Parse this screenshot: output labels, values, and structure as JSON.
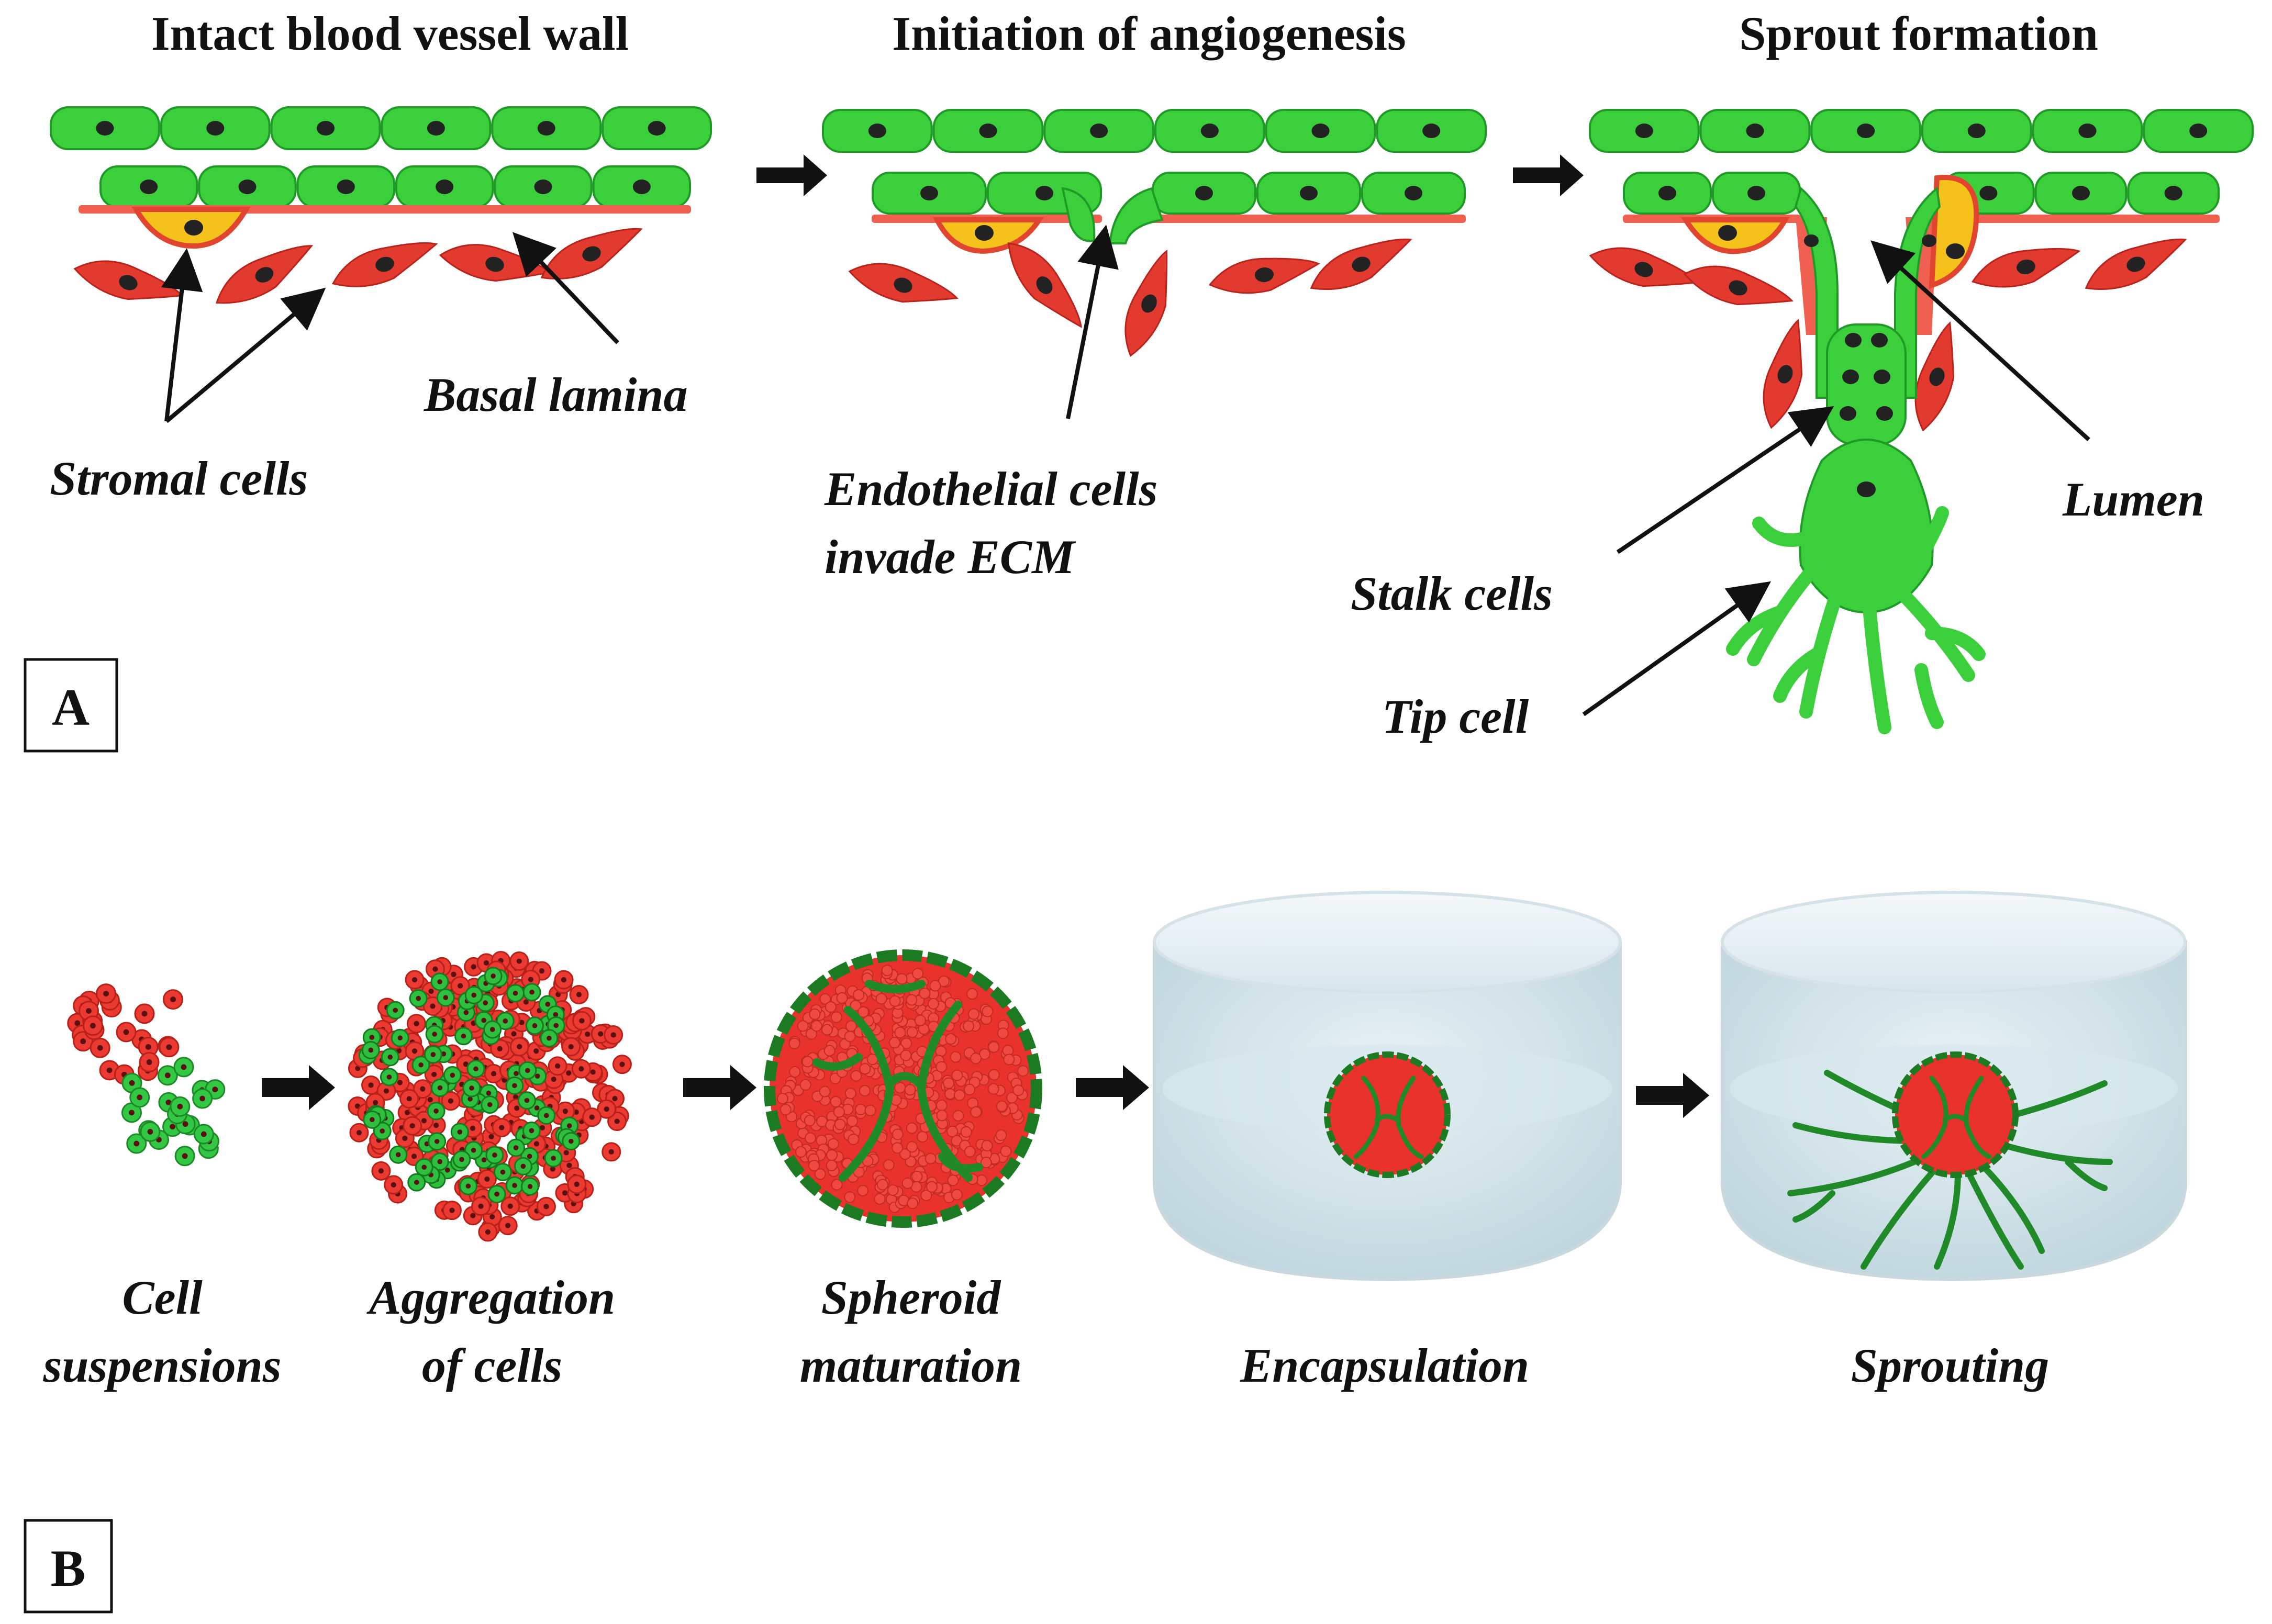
{
  "panel_a": {
    "letter": "A",
    "stage_titles": [
      "Intact blood vessel wall",
      "Initiation of angiogenesis",
      "Sprout formation"
    ],
    "labels": {
      "stromal_cells": "Stromal cells",
      "basal_lamina": "Basal lamina",
      "endothelial_invade_line1": "Endothelial cells",
      "endothelial_invade_line2": "invade ECM",
      "lumen": "Lumen",
      "stalk_cells": "Stalk cells",
      "tip_cell": "Tip cell"
    }
  },
  "panel_b": {
    "letter": "B",
    "steps": [
      {
        "line1": "Cell",
        "line2": "suspensions"
      },
      {
        "line1": "Aggregation",
        "line2": "of cells"
      },
      {
        "line1": "Spheroid",
        "line2": "maturation"
      },
      {
        "line1": "",
        "line2": "Encapsulation"
      },
      {
        "line1": "",
        "line2": "Sprouting"
      }
    ]
  },
  "colors": {
    "endothelial": "#3ccf3c",
    "endothelial_dark": "#1f9a26",
    "stromal": "#e23a2e",
    "basal_lamina": "#f06050",
    "pericyte": "#f5c21b",
    "nucleus": "#222222",
    "gel": "#cfe3ea"
  }
}
